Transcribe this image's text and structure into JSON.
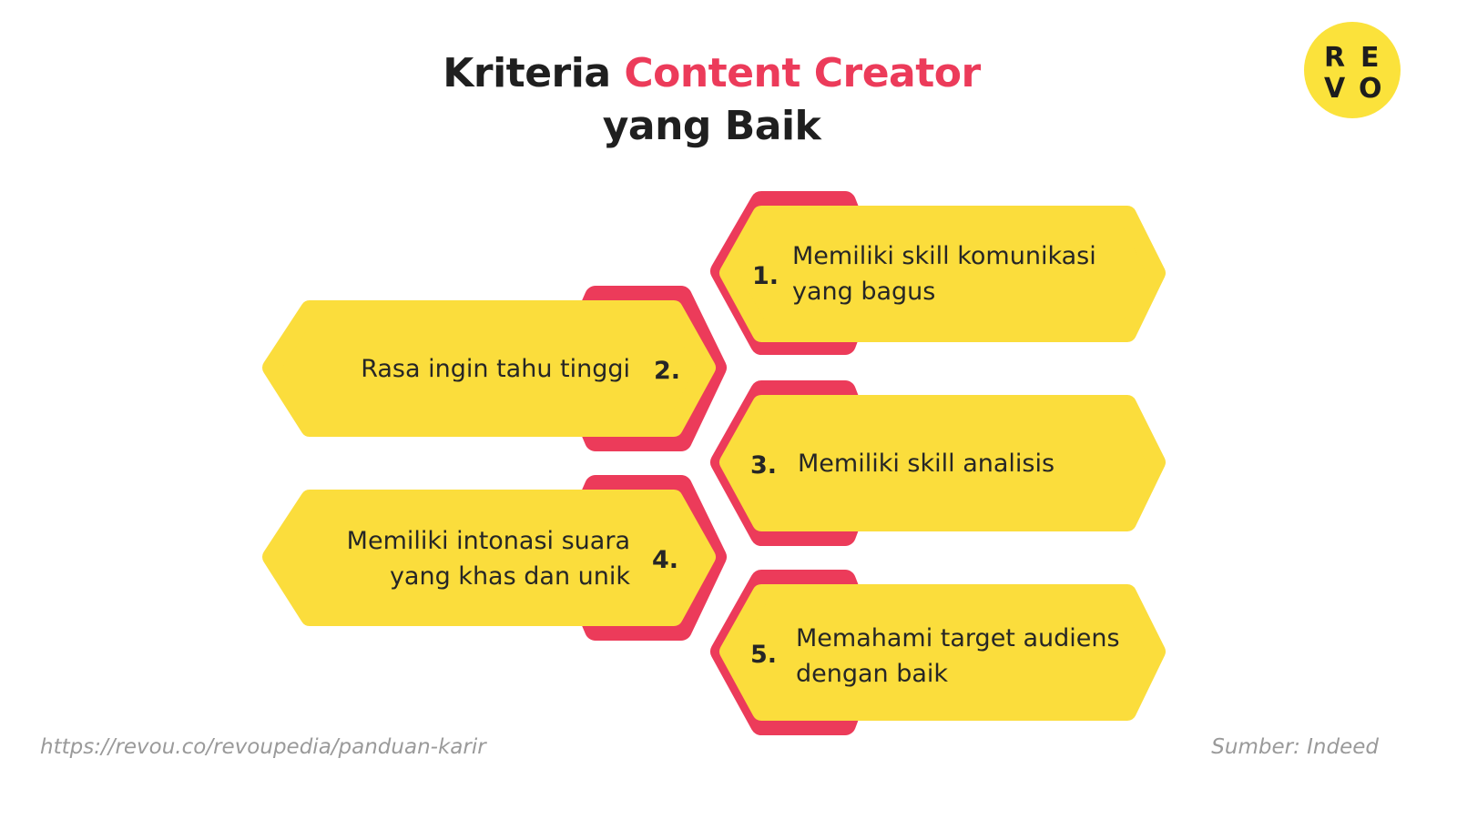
{
  "title": {
    "part1": "Kriteria ",
    "accent": "Content Creator",
    "line2": "yang Baik"
  },
  "logo": {
    "letters": [
      "R",
      "E",
      "V",
      "O"
    ]
  },
  "colors": {
    "accent": "#ec3b5a",
    "hexagon_fill": "#fbdd3c",
    "logo_bg": "#fbe23b",
    "text": "#262626",
    "footer": "#9a9a9a"
  },
  "items": [
    {
      "num": "1.",
      "line1": "Memiliki skill komunikasi",
      "line2": "yang bagus"
    },
    {
      "num": "2.",
      "line1": "Rasa ingin tahu tinggi",
      "line2": ""
    },
    {
      "num": "3.",
      "line1": "Memiliki skill analisis",
      "line2": ""
    },
    {
      "num": "4.",
      "line1": "Memiliki intonasi suara",
      "line2": "yang khas dan unik"
    },
    {
      "num": "5.",
      "line1": "Memahami target audiens",
      "line2": "dengan baik"
    }
  ],
  "footer": {
    "url": "https://revou.co/revoupedia/panduan-karir",
    "source": "Sumber: Indeed"
  }
}
